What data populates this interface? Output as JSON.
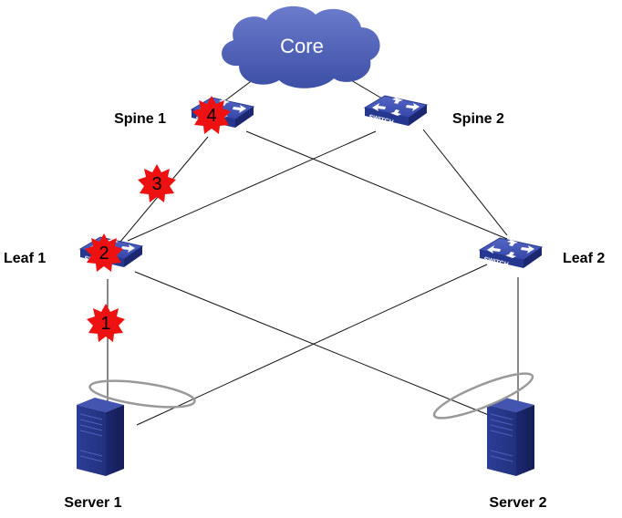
{
  "core": {
    "label": "Core",
    "icon": "cloud-icon",
    "color": "#4d5fb3"
  },
  "switches": {
    "spine1": {
      "label": "Spine 1",
      "icon": "switch-icon",
      "tag": "SWITCH"
    },
    "spine2": {
      "label": "Spine 2",
      "icon": "switch-icon",
      "tag": "SWITCH"
    },
    "leaf1": {
      "label": "Leaf 1",
      "icon": "switch-icon",
      "tag": "SWITCH"
    },
    "leaf2": {
      "label": "Leaf 2",
      "icon": "switch-icon",
      "tag": "SWITCH"
    }
  },
  "servers": {
    "server1": {
      "label": "Server 1",
      "icon": "server-icon"
    },
    "server2": {
      "label": "Server 2",
      "icon": "server-icon"
    }
  },
  "faults": [
    "1",
    "2",
    "3",
    "4"
  ],
  "colors": {
    "switch": "#3446a8",
    "fault": "#ee1111",
    "link": "#111111",
    "lag_ring": "#999999"
  }
}
